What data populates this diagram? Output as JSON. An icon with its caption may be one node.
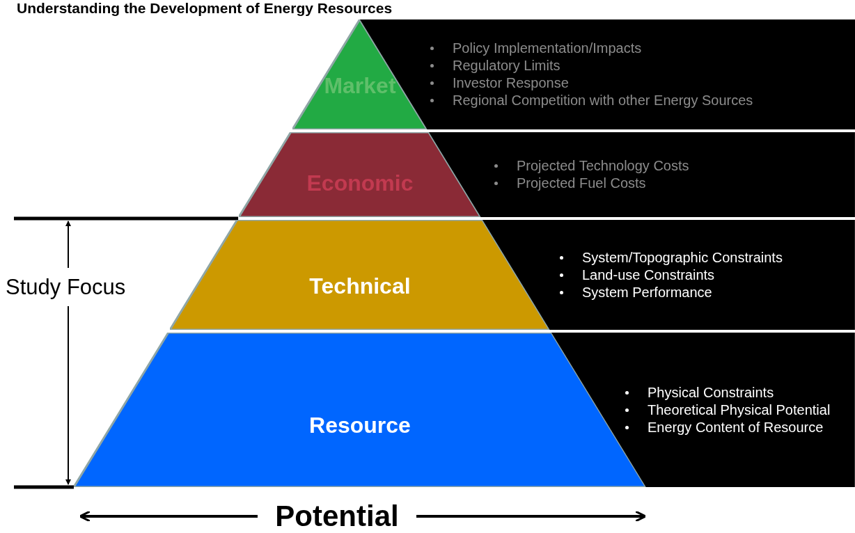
{
  "diagram": {
    "title": "Understanding the Development of Energy Resources",
    "nodes": [
      {
        "text": [
          "Market"
        ]
      },
      {
        "text": [
          "Policy Implementation/Impacts",
          "Regulatory Limits",
          "Investor Response",
          "Regional Competition with other Energy Sources"
        ]
      },
      {
        "text": [
          "Economic"
        ]
      },
      {
        "text": [
          "Projected Technology Costs",
          "Projected Fuel Costs"
        ]
      },
      {
        "text": [
          "Technical"
        ]
      },
      {
        "text": [
          "System/Topographic Constraints",
          "Land-use Constraints",
          "System Performance"
        ]
      },
      {
        "text": [
          "Resource"
        ]
      },
      {
        "text": [
          "Physical Constraints",
          "Theoretical Physical Potential",
          "Energy Content of Resource"
        ]
      }
    ],
    "labels": [
      "Study Focus",
      "Potential"
    ]
  }
}
